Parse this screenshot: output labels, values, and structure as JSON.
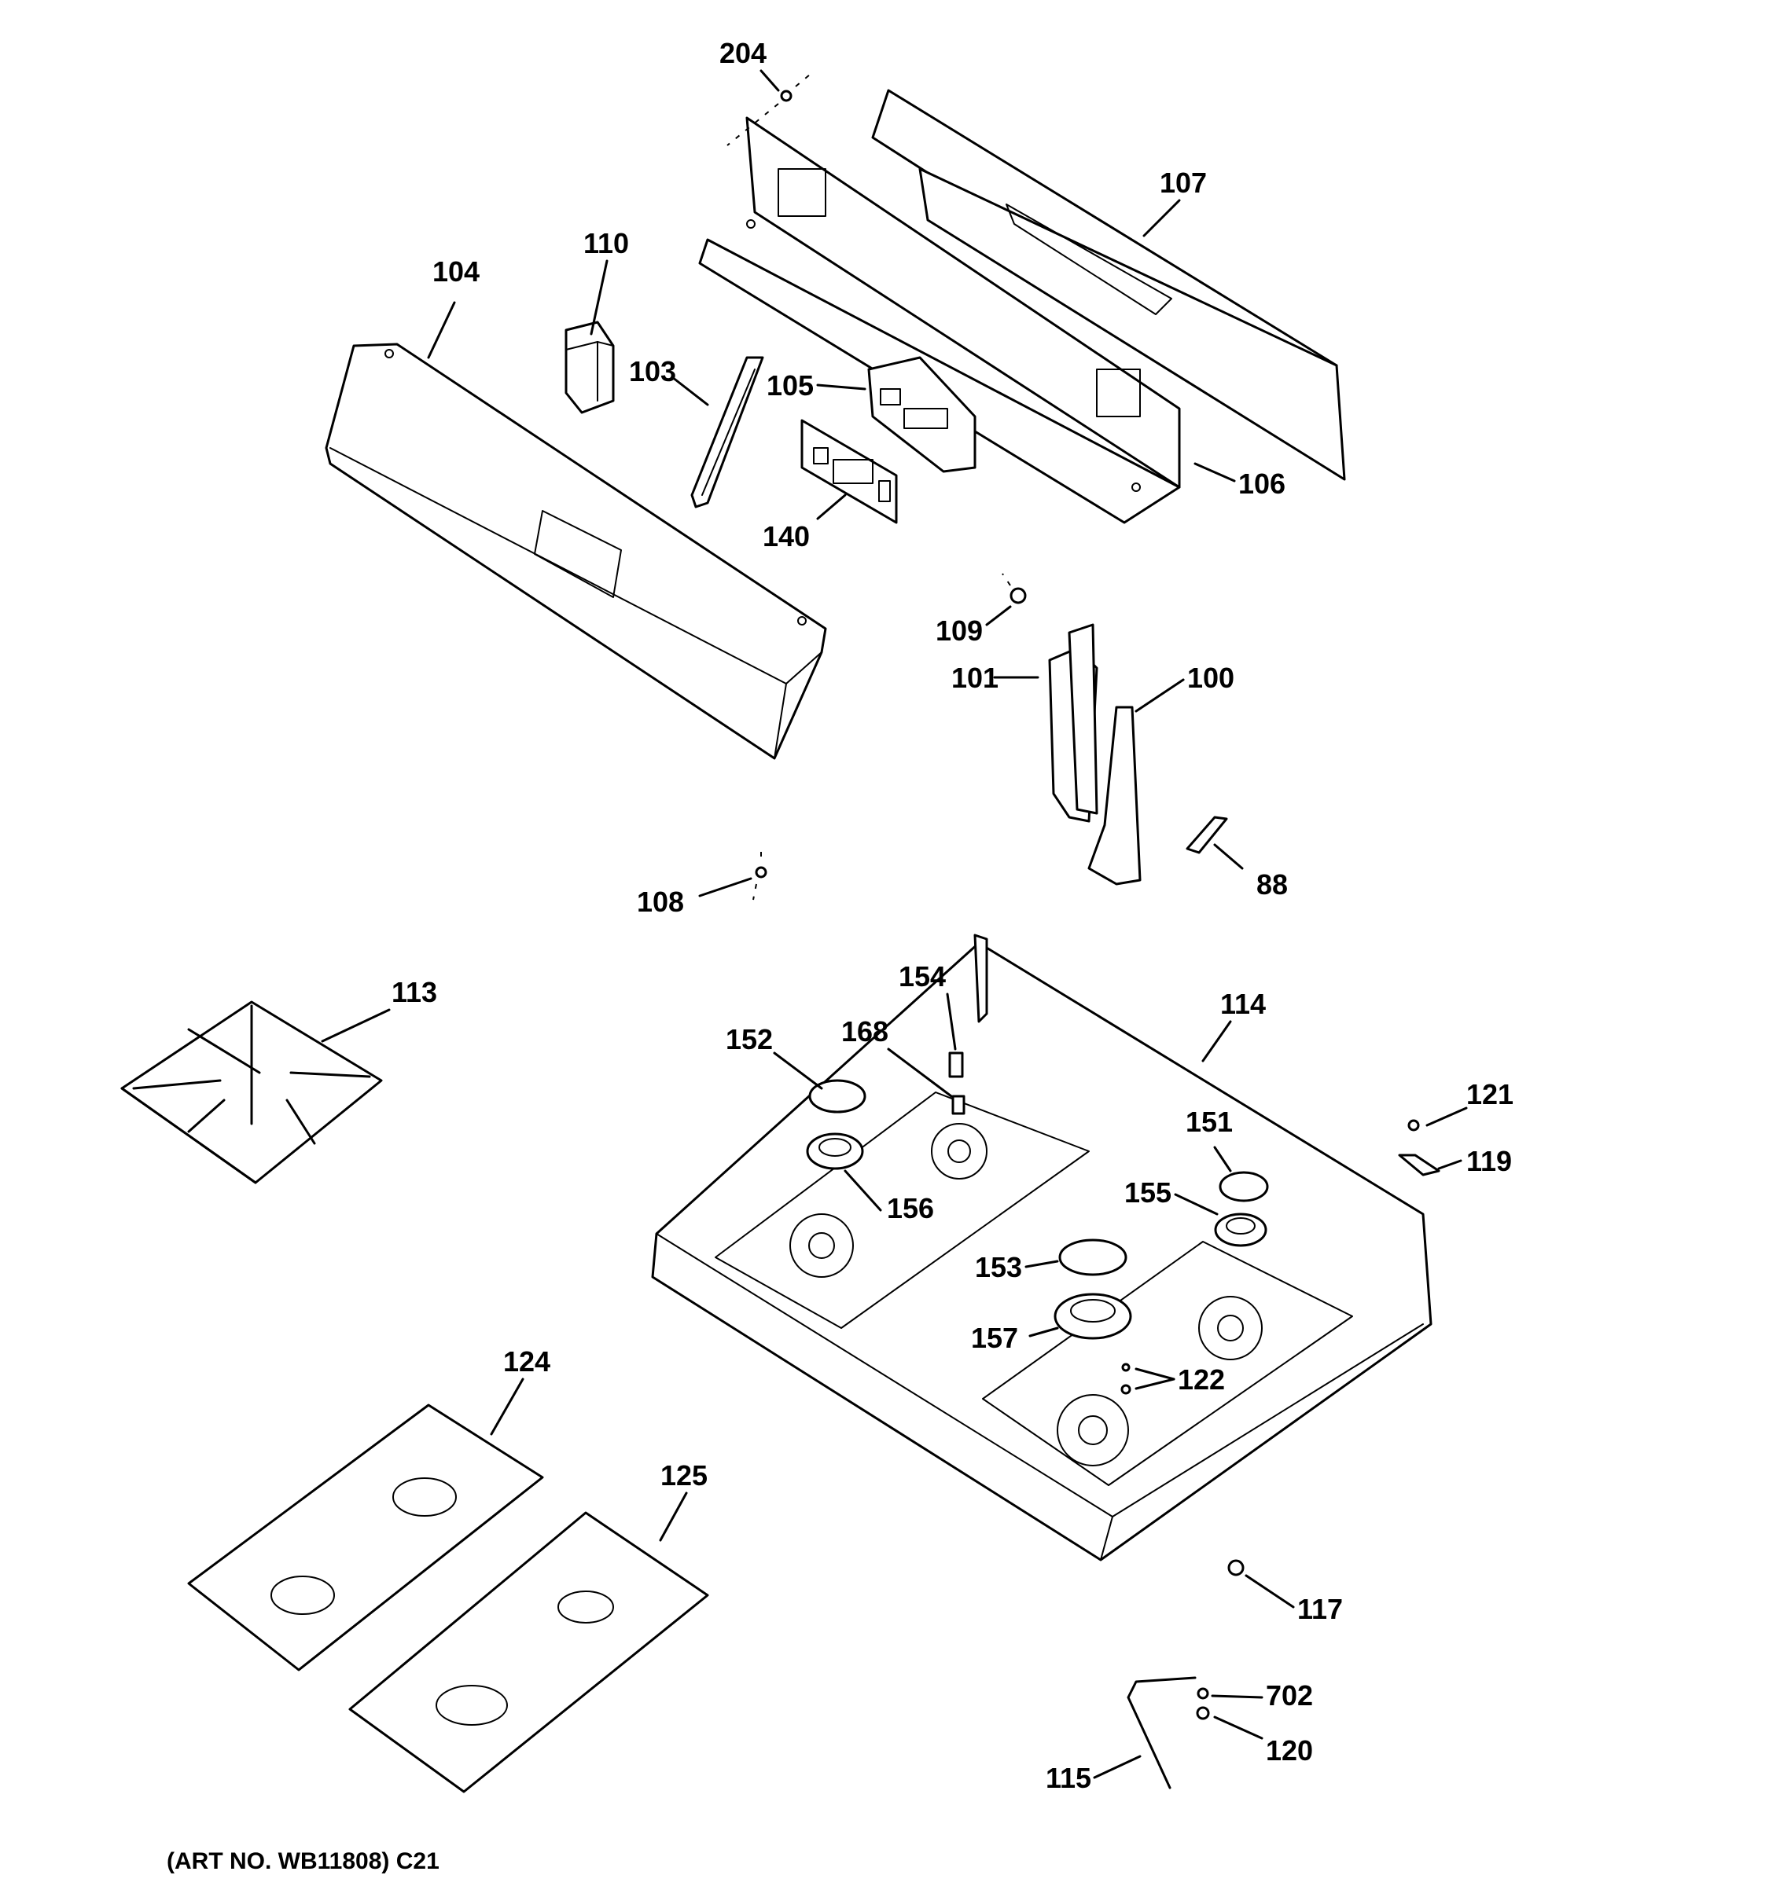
{
  "labels": {
    "p204": "204",
    "p107": "107",
    "p110": "110",
    "p104": "104",
    "p103": "103",
    "p105": "105",
    "p106": "106",
    "p140": "140",
    "p109": "109",
    "p101": "101",
    "p100": "100",
    "p88": "88",
    "p108": "108",
    "p113": "113",
    "p154": "154",
    "p114": "114",
    "p152": "152",
    "p168": "168",
    "p121": "121",
    "p151": "151",
    "p119": "119",
    "p156": "156",
    "p155": "155",
    "p153": "153",
    "p157": "157",
    "p122": "122",
    "p124": "124",
    "p125": "125",
    "p117": "117",
    "p702": "702",
    "p120": "120",
    "p115": "115"
  },
  "caption": "(ART NO. WB11808) C21"
}
